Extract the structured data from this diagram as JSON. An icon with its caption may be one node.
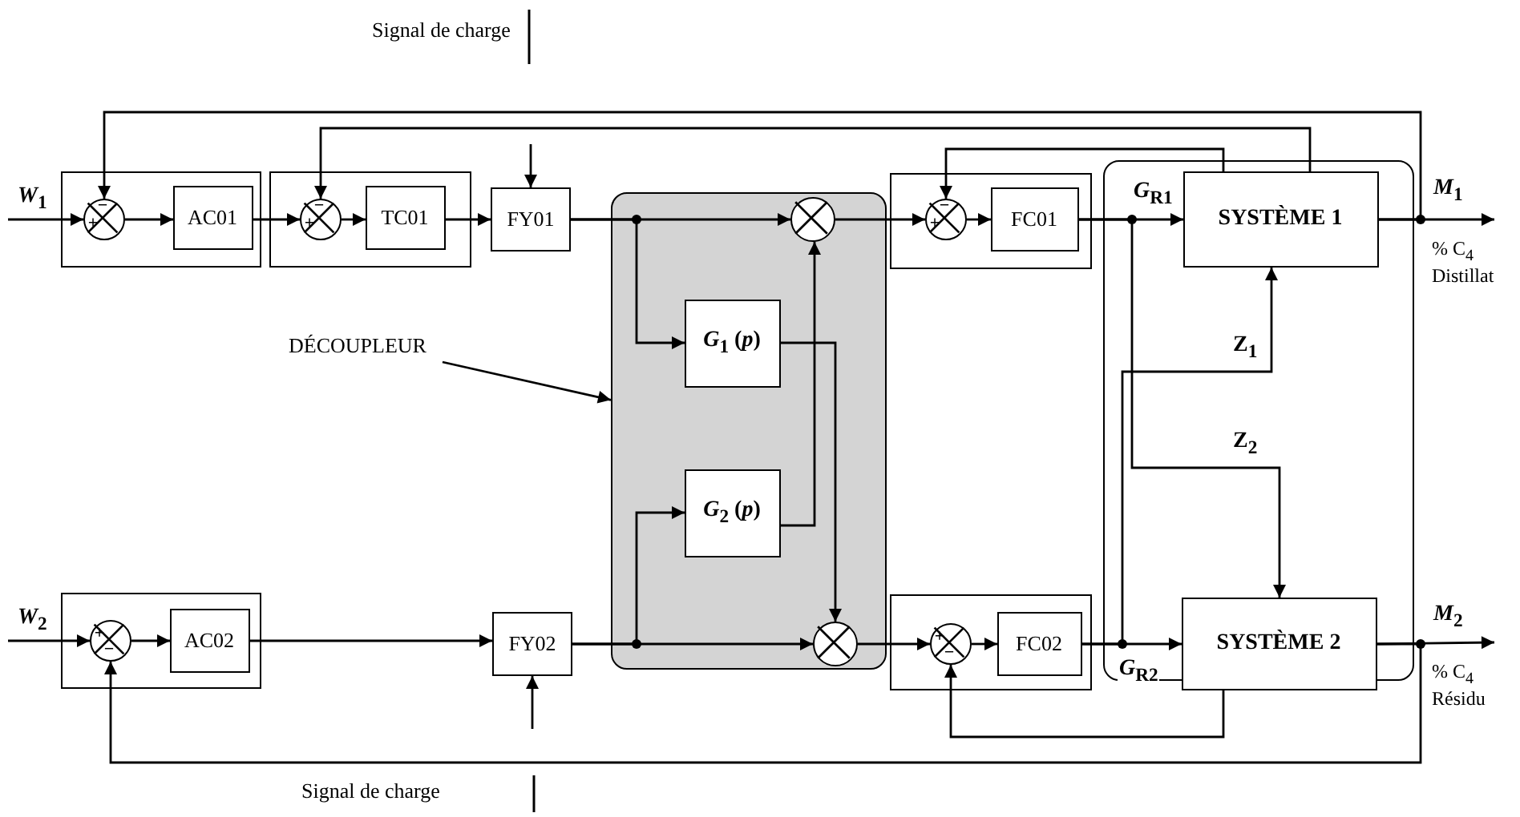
{
  "diagram": {
    "nodes": [
      {
        "text": [],
        "shape": "box"
      },
      {
        "text": [
          "−",
          "+"
        ],
        "in": 0
      },
      {
        "text": [
          "AC01"
        ],
        "in": 0
      },
      {
        "text": [],
        "shape": "box"
      },
      {
        "text": [
          "−",
          "+"
        ],
        "in": 3
      },
      {
        "text": [
          "TC01"
        ],
        "in": 3
      },
      {
        "text": [
          "FY01"
        ]
      },
      {
        "text": [],
        "shape": "box"
      },
      {
        "text": [],
        "shape": "circle",
        "in": 7
      },
      {
        "text": [
          "*G*$_{1}$ (*p*)"
        ],
        "in": 7
      },
      {
        "text": [
          "*G*$_{2}$ (*p*)"
        ],
        "in": 7
      },
      {
        "text": [],
        "shape": "circle",
        "in": 7
      },
      {
        "text": [],
        "shape": "box"
      },
      {
        "text": [
          "−",
          "+"
        ],
        "in": 12
      },
      {
        "text": [
          "FC01"
        ],
        "in": 12
      },
      {
        "text": [],
        "shape": "box"
      },
      {
        "text": [
          "+",
          "−"
        ],
        "in": 15
      },
      {
        "text": [
          "FC02"
        ],
        "in": 15
      },
      {
        "text": [],
        "shape": "box"
      },
      {
        "text": [
          "SYSTÈME 1"
        ],
        "in": 18
      },
      {
        "text": [
          "SYSTÈME 2"
        ],
        "in": 18
      },
      {
        "text": [],
        "shape": "box"
      },
      {
        "text": [
          "+",
          "−"
        ],
        "in": 21
      },
      {
        "text": [
          "AC02"
        ],
        "in": 21
      },
      {
        "text": [
          "FY02"
        ]
      },
      {
        "text": [
          "DÉCOUPLEUR"
        ]
      },
      {
        "text": [
          "% C$_{4}$ Distillat"
        ]
      },
      {
        "text": [
          "% C$_{4}$ Résidu"
        ]
      }
    ],
    "edges": [
      {
        "from": null,
        "to": 1,
        "arrow": "to",
        "label": "*W*$_{1}$"
      },
      {
        "from": 1,
        "to": 2,
        "arrow": "to"
      },
      {
        "from": 2,
        "to": 4,
        "arrow": "to"
      },
      {
        "from": 4,
        "to": 5,
        "arrow": "to"
      },
      {
        "from": 5,
        "to": 6,
        "arrow": "to"
      },
      {
        "from": null,
        "to": 6,
        "arrow": "to"
      },
      {
        "from": 6,
        "to": 8,
        "arrow": "to"
      },
      {
        "from": 6,
        "to": 9,
        "arrow": "to"
      },
      {
        "from": 10,
        "to": 8,
        "arrow": "to"
      },
      {
        "from": 9,
        "to": 11,
        "arrow": "to"
      },
      {
        "from": 24,
        "to": 11,
        "arrow": "to"
      },
      {
        "from": 24,
        "to": 10,
        "arrow": "to"
      },
      {
        "from": null,
        "to": 24,
        "arrow": "to"
      },
      {
        "from": 8,
        "to": 13,
        "arrow": "to"
      },
      {
        "from": 13,
        "to": 14,
        "arrow": "to"
      },
      {
        "from": 14,
        "to": 19,
        "arrow": "to",
        "label": "*G*$_{R1}$"
      },
      {
        "from": 11,
        "to": 16,
        "arrow": "to"
      },
      {
        "from": 16,
        "to": 17,
        "arrow": "to"
      },
      {
        "from": 17,
        "to": 20,
        "arrow": "to",
        "label": "*G*$_{R2}$"
      },
      {
        "from": 14,
        "to": 20,
        "arrow": "to",
        "label": "Z$_{2}$"
      },
      {
        "from": 17,
        "to": 19,
        "arrow": "to",
        "label": "Z$_{1}$"
      },
      {
        "from": 19,
        "to": 26,
        "arrow": "to",
        "label": "*M*$_{1}$"
      },
      {
        "from": 20,
        "to": 27,
        "arrow": "to",
        "label": "*M*$_{2}$"
      },
      {
        "from": 19,
        "to": 13,
        "arrow": "to"
      },
      {
        "from": 19,
        "to": 4,
        "arrow": "to"
      },
      {
        "from": 19,
        "to": 1,
        "arrow": "to"
      },
      {
        "from": 20,
        "to": 16,
        "arrow": "to"
      },
      {
        "from": 20,
        "to": 22,
        "arrow": "to"
      },
      {
        "from": 25,
        "to": 7,
        "arrow": "to"
      },
      {
        "from": null,
        "to": 22,
        "arrow": "to",
        "label": "*W*$_{2}$"
      },
      {
        "from": 22,
        "to": 23,
        "arrow": "to"
      },
      {
        "from": 23,
        "to": 24,
        "arrow": "to"
      }
    ],
    "labels": [
      "Signal de charge",
      "Signal de charge"
    ]
  }
}
